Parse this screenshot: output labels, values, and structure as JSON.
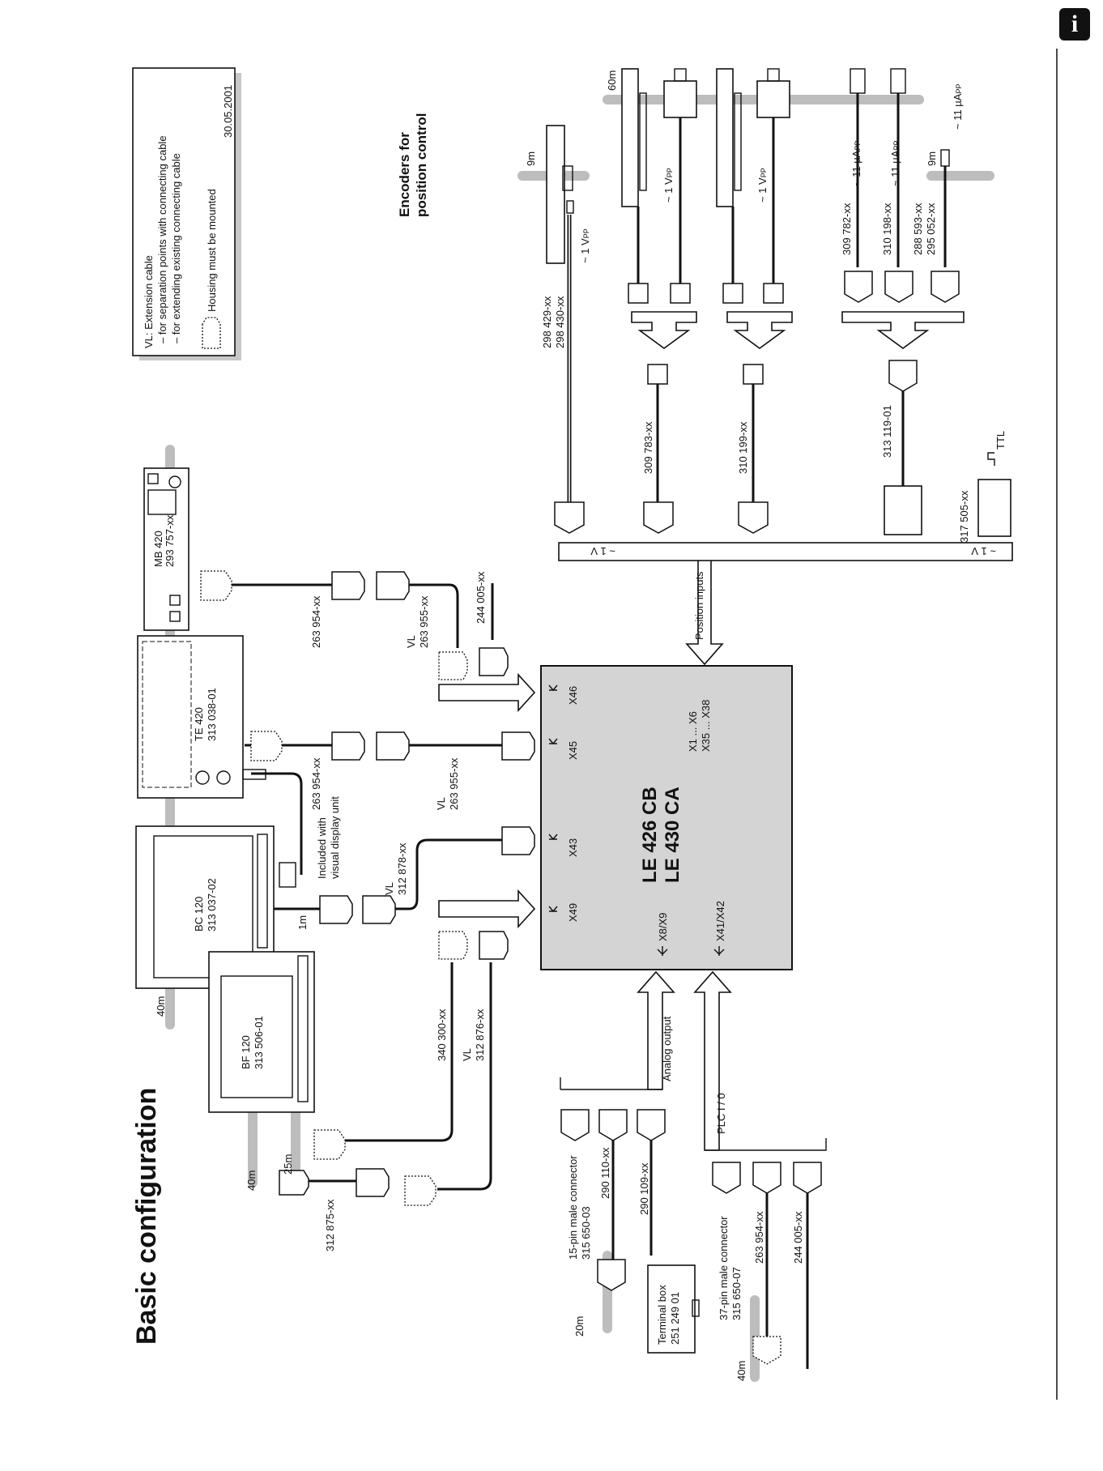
{
  "page": {
    "title": "Basic configuration",
    "info_icon": "i",
    "side_rule": true
  },
  "legend": {
    "line1": "VL: Extension cable",
    "line2": "– for separation points with connecting cable",
    "line3": "– for extending existing connecting cable",
    "housing": "Housing must be mounted",
    "date": "30.05.2001"
  },
  "encoders_heading": {
    "line1": "Encoders for",
    "line2": "position control"
  },
  "main_unit": {
    "line1": "LE 426 CB",
    "line2": "LE 430 CA",
    "ports": {
      "x46": "X46",
      "x45": "X45",
      "x43": "X43",
      "x49": "X49",
      "x1": "X1 ... X6",
      "x35": "X35 ... X38",
      "x8": "X8/X9",
      "x41": "X41/X42"
    }
  },
  "units": {
    "mb420_name": "MB 420",
    "mb420_id": "293 757-xx",
    "te420_name": "TE 420",
    "te420_id": "313 038-01",
    "bc120_name": "BC 120",
    "bc120_id": "313 037-02",
    "bf120_name": "BF 120",
    "bf120_id": "313 506-01",
    "included_1": "Included with",
    "included_2": "visual display unit",
    "terminal_1": "Terminal box",
    "terminal_2": "251 249 01"
  },
  "cables": {
    "c263954_a": "263 954-xx",
    "c263954_b": "263 954-xx",
    "c263954_c": "263 954-xx",
    "c263955_a": "263 955-xx",
    "c263955_b": "263 955-xx",
    "c244005_a": "244 005-xx",
    "c244005_b": "244 005-xx",
    "c312878": "312 878-xx",
    "c340300": "340 300-xx",
    "c312876": "312 876-xx",
    "c312875": "312 875-xx",
    "vl": "VL",
    "c298429": "298 429-xx",
    "c298430": "298 430-xx",
    "c309783": "309 783-xx",
    "c310199": "310 199-xx",
    "c313119": "313 119-01",
    "c317505": "317 505-xx",
    "c309782": "309 782-xx",
    "c310198": "310 198-xx",
    "c288593": "288 593-xx",
    "c295052": "295 052-xx",
    "c290110": "290 110-xx",
    "c290109": "290 109-xx",
    "male15_1": "15-pin male connector",
    "male15_2": "315 650-03",
    "male37_1": "37-pin male connector",
    "male37_2": "315 650-07"
  },
  "signals": {
    "vpp": "~ 1 V",
    "vpp_sub": "PP",
    "uapp": "~ 11 µA",
    "uapp_sub": "PP",
    "ttl": "TTL",
    "position_inputs": "Position inputs",
    "analog_output": "Analog output",
    "plc": "PLC  I / 0"
  },
  "lengths": {
    "l60": "60m",
    "l9a": "9m",
    "l9b": "9m",
    "l40a": "40m",
    "l40b": "40m",
    "l40c": "40m",
    "l25": "25m",
    "l1": "1m",
    "l20": "20m"
  }
}
